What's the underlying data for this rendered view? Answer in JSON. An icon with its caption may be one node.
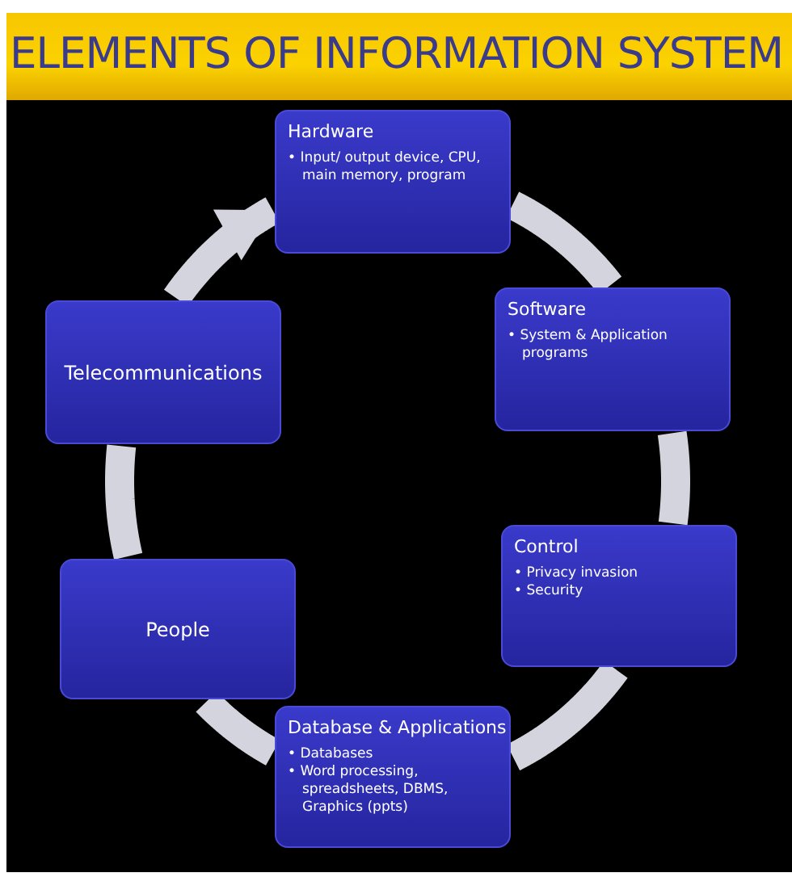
{
  "diagram": {
    "title": "ELEMENTS OF INFORMATION SYSTEM",
    "nodes": [
      {
        "text": [
          "Hardware",
          "• Input/ output device, CPU, main memory, program"
        ]
      },
      {
        "text": [
          "Software",
          "• System & Application programs"
        ]
      },
      {
        "text": [
          "Control",
          "• Privacy invasion",
          "• Security"
        ]
      },
      {
        "text": [
          "Database & Applications",
          "• Databases",
          "• Word processing, spreadsheets, DBMS, Graphics (ppts)"
        ]
      },
      {
        "text": [
          "People"
        ]
      },
      {
        "text": [
          "Telecommunications"
        ]
      }
    ],
    "edges": [
      {
        "from": 0,
        "to": 1,
        "arrow": "none"
      },
      {
        "from": 1,
        "to": 2,
        "arrow": "none"
      },
      {
        "from": 2,
        "to": 3,
        "arrow": "none"
      },
      {
        "from": 3,
        "to": 4,
        "arrow": "none"
      },
      {
        "from": 4,
        "to": 5,
        "arrow": "none"
      },
      {
        "from": 5,
        "to": 0,
        "arrow": "to"
      }
    ]
  }
}
